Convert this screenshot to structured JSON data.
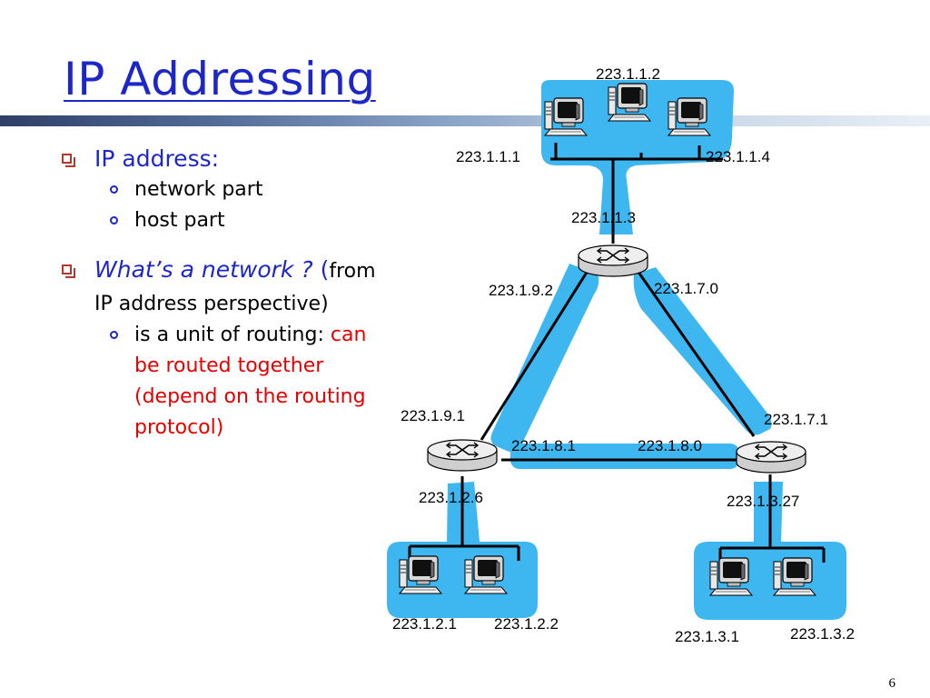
{
  "title": "IP Addressing",
  "bullets": {
    "b1_label": "IP address:",
    "b1_sub1": "network part",
    "b1_sub2": "host part",
    "b2_italic": "What’s a network ?",
    "b2_paren": "(",
    "b2_rest": "from IP address perspective)",
    "b2_sub1": "is a unit of routing:",
    "b2_sub1_red": "can be routed together (depend on the routing protocol)"
  },
  "labels": {
    "top_host_mid": "223.1.1.2",
    "top_host_left": "223.1.1.1",
    "top_host_right": "223.1.1.4",
    "router_top_iface": "223.1.1.3",
    "router_top_left": "223.1.9.2",
    "router_top_right": "223.1.7.0",
    "router_left_top": "223.1.9.1",
    "router_left_right": "223.1.8.1",
    "router_right_left": "223.1.8.0",
    "router_right_top": "223.1.7.1",
    "router_left_bottom": "223.1.2.6",
    "router_right_bottom": "223.1.3.27",
    "bl_host1": "223.1.2.1",
    "bl_host2": "223.1.2.2",
    "br_host1": "223.1.3.1",
    "br_host2": "223.1.3.2"
  },
  "page_number": "6",
  "colors": {
    "title": "#1d27c8",
    "highlight": "#3eb6f0",
    "bullet_box": "#b23a2c",
    "red_text": "#e60000"
  }
}
